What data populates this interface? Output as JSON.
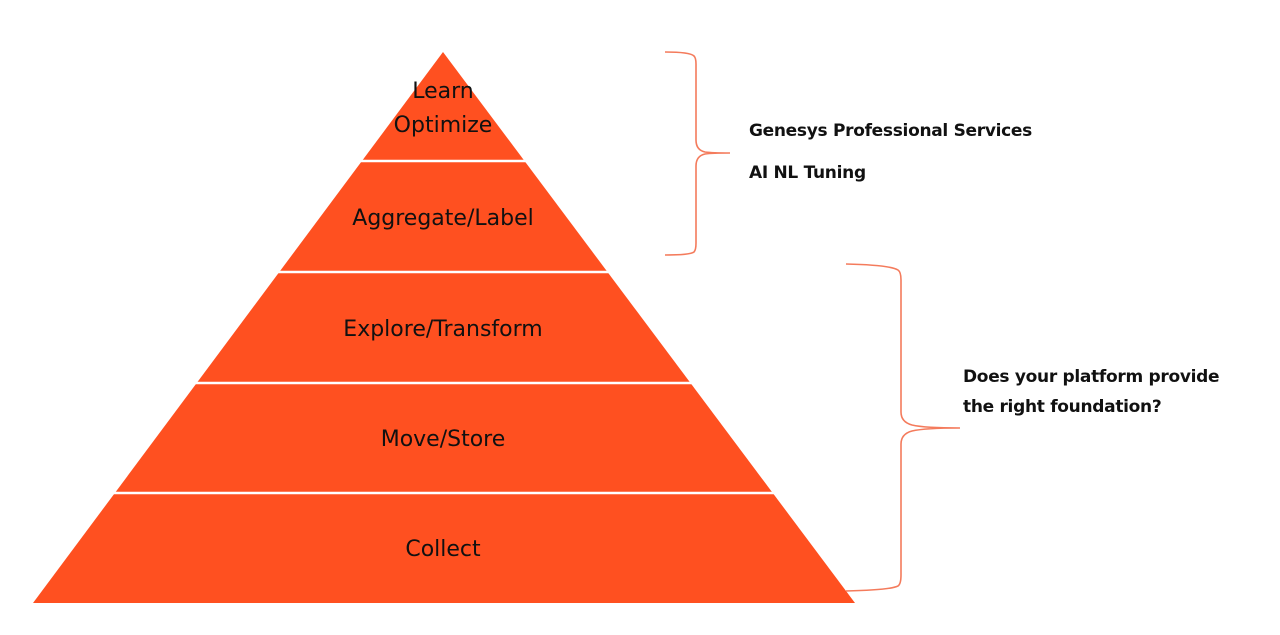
{
  "colors": {
    "pyramid_fill": "#FF5020",
    "separator": "#FFFFFF",
    "brace": "#F47B5C",
    "text": "#111111",
    "background": "#FFFFFF"
  },
  "pyramid": {
    "tiers_top_to_bottom": [
      {
        "label_lines": [
          "Learn",
          "Optimize"
        ]
      },
      {
        "label": "Aggregate/Label"
      },
      {
        "label": "Explore/Transform"
      },
      {
        "label": "Move/Store"
      },
      {
        "label": "Collect"
      }
    ],
    "tier1": {
      "line1": "Learn",
      "line2": "Optimize"
    },
    "tier2": {
      "label": "Aggregate/Label"
    },
    "tier3": {
      "label": "Explore/Transform"
    },
    "tier4": {
      "label": "Move/Store"
    },
    "tier5": {
      "label": "Collect"
    }
  },
  "annotations": {
    "top_group": {
      "spans_tiers": [
        "Learn/Optimize",
        "Aggregate/Label"
      ],
      "line1": "Genesys Professional Services",
      "line2": "AI NL Tuning"
    },
    "bottom_group": {
      "spans_tiers": [
        "Explore/Transform",
        "Move/Store",
        "Collect"
      ],
      "line1": "Does your platform provide",
      "line2": "the right foundation?"
    }
  }
}
